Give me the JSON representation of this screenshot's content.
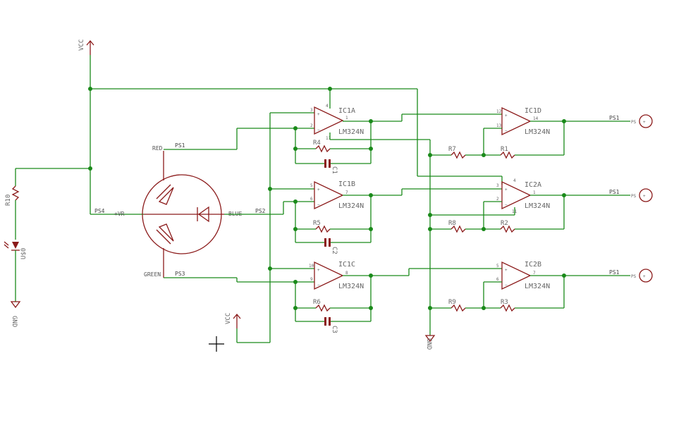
{
  "power": {
    "vcc_label": "VCC",
    "gnd_label": "GND"
  },
  "led": {
    "led_name": "R10",
    "diode_name": "U$0",
    "label_red": "RED",
    "label_blue": "BLUE",
    "label_green": "GREEN",
    "label_vr": "+VR"
  },
  "wires": {
    "ps1": "PS1",
    "ps2": "PS2",
    "ps3": "PS3",
    "ps4": "PS4"
  },
  "opamps": [
    {
      "name": "IC1A",
      "value": "LM324N",
      "pin_plus": "3",
      "pin_minus": "2",
      "pin_out": "1"
    },
    {
      "name": "IC1B",
      "value": "LM324N",
      "pin_plus": "5",
      "pin_minus": "6",
      "pin_out": "7"
    },
    {
      "name": "IC1C",
      "value": "LM324N",
      "pin_plus": "10",
      "pin_minus": "9",
      "pin_out": "8"
    },
    {
      "name": "IC1D",
      "value": "LM324N",
      "pin_plus": "12",
      "pin_minus": "13",
      "pin_out": "14"
    },
    {
      "name": "IC2A",
      "value": "LM324N",
      "pin_plus": "3",
      "pin_minus": "2",
      "pin_out": "1"
    },
    {
      "name": "IC2B",
      "value": "LM324N",
      "pin_plus": "5",
      "pin_minus": "6",
      "pin_out": "7"
    }
  ],
  "supply_pins": {
    "v_plus": "4",
    "v_minus": "11"
  },
  "resistors": [
    "R4",
    "R5",
    "R6",
    "R7",
    "R1",
    "R8",
    "R2",
    "R9",
    "R3"
  ],
  "capacitors": [
    "C1",
    "C2",
    "C3"
  ],
  "outputs": [
    {
      "net": "PS1",
      "tag": "PS"
    },
    {
      "net": "PS1",
      "tag": "PS"
    },
    {
      "net": "PS1",
      "tag": "PS"
    }
  ]
}
